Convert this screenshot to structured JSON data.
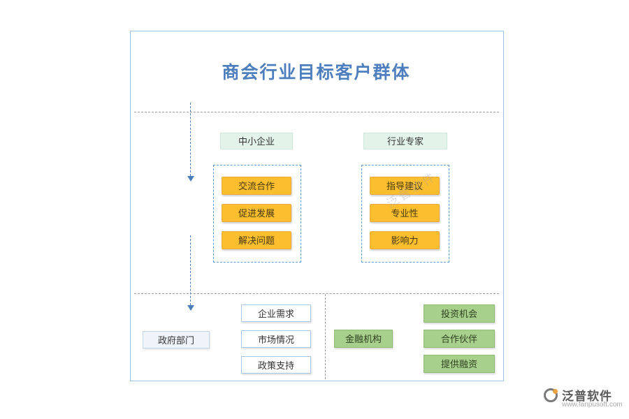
{
  "title": "商会行业目标客户群体",
  "watermark": "泛普软件",
  "diagram": {
    "top_groups": [
      {
        "label": "中小企业",
        "items": [
          "交流合作",
          "促进发展",
          "解决问题"
        ]
      },
      {
        "label": "行业专家",
        "items": [
          "指导建议",
          "专业性",
          "影响力"
        ]
      }
    ],
    "bottom_groups": [
      {
        "label": "政府部门",
        "items": [
          "企业需求",
          "市场情况",
          "政策支持"
        ]
      },
      {
        "label": "金融机构",
        "items": [
          "投资机会",
          "合作伙伴",
          "提供融资"
        ]
      }
    ]
  },
  "footer": {
    "brand": "泛普软件",
    "url": "www.fanpusoft.com"
  },
  "colors": {
    "title_blue": "#4D7EBE",
    "arrow_blue": "#4a7ebb",
    "node_orange": "#FBBE2E",
    "node_green": "#A8D08D",
    "header_mint": "#E3F3E9",
    "frame_border": "#9DC3E6"
  }
}
